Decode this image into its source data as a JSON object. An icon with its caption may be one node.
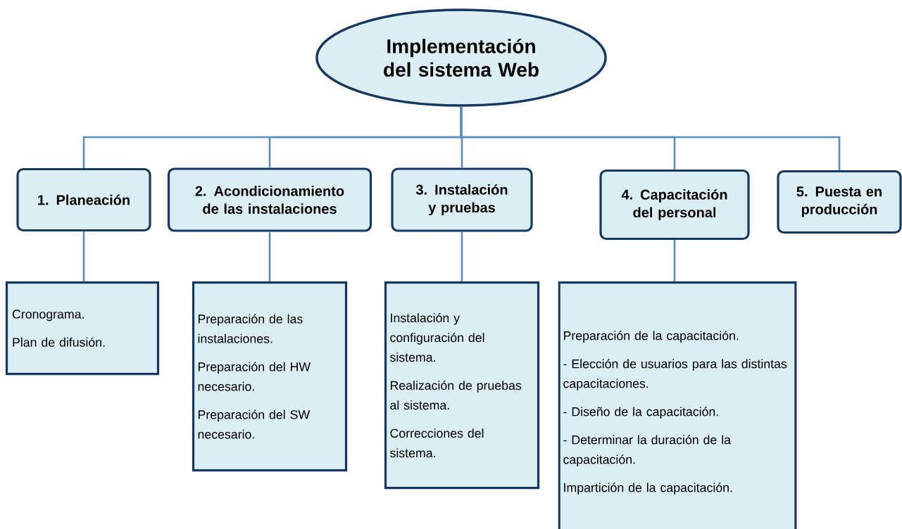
{
  "diagram": {
    "nodes": [
      {
        "text": [
          "Implementación del sistema Web"
        ]
      },
      {
        "text": [
          "1. Planeación"
        ]
      },
      {
        "text": [
          "2. Acondicionamiento de las instalaciones"
        ]
      },
      {
        "text": [
          "3. Instalación y pruebas"
        ]
      },
      {
        "text": [
          "4. Capacitación del personal"
        ]
      },
      {
        "text": [
          "5. Puesta en producción"
        ]
      },
      {
        "text": [
          "Cronograma.",
          "Plan de difusión."
        ]
      },
      {
        "text": [
          "Preparación de las instalaciones.",
          "Preparación del HW necesario.",
          "Preparación del SW necesario."
        ]
      },
      {
        "text": [
          "Instalación y configuración del sistema.",
          "Realización de pruebas al sistema.",
          "Correcciones del sistema."
        ]
      },
      {
        "text": [
          "Preparación de la capacitación.",
          "- Elección de usuarios para las distintas capacitaciones.",
          "- Diseño de la capacitación.",
          "- Determinar la duración de la capacitación.",
          "Impartición de la capacitación."
        ]
      }
    ],
    "edges": [
      {
        "from": 0,
        "to": 1,
        "arrow": "none"
      },
      {
        "from": 0,
        "to": 2,
        "arrow": "none"
      },
      {
        "from": 0,
        "to": 3,
        "arrow": "none"
      },
      {
        "from": 0,
        "to": 4,
        "arrow": "none"
      },
      {
        "from": 0,
        "to": 5,
        "arrow": "none"
      },
      {
        "from": 1,
        "to": 6,
        "arrow": "none"
      },
      {
        "from": 2,
        "to": 7,
        "arrow": "none"
      },
      {
        "from": 3,
        "to": 8,
        "arrow": "none"
      },
      {
        "from": 4,
        "to": 9,
        "arrow": "none"
      }
    ]
  }
}
